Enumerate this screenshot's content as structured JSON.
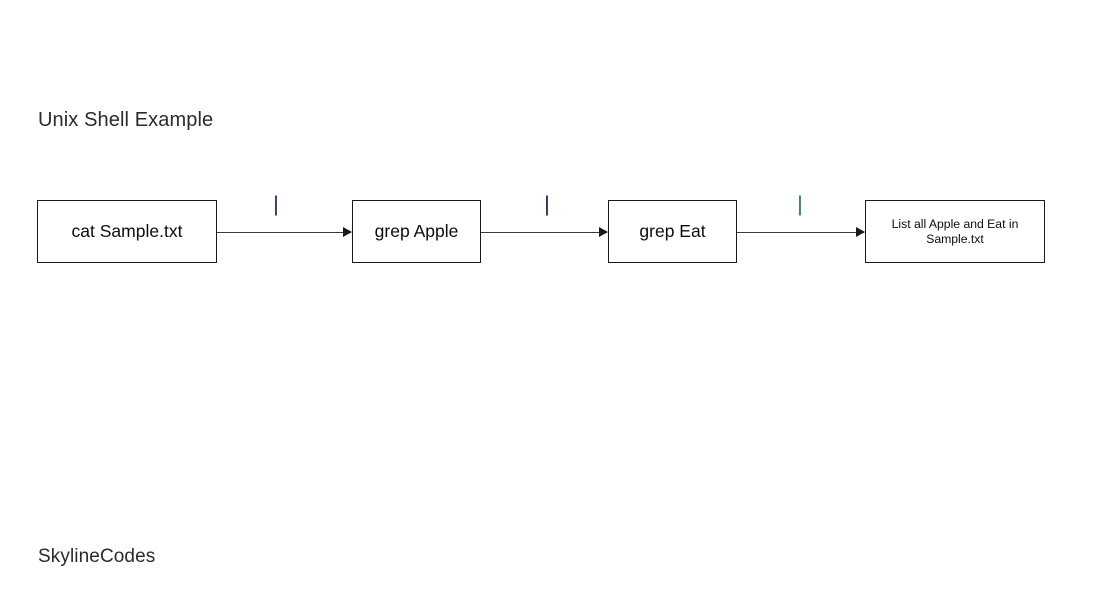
{
  "page": {
    "title": "Unix Shell Example",
    "footer": "SkylineCodes",
    "background_color": "#ffffff",
    "text_color": "#2b2b2b"
  },
  "diagram": {
    "type": "flowchart-pipeline",
    "orientation": "left-to-right",
    "node_border_color": "#1a1a1a",
    "node_fill_color": "#ffffff",
    "connector_color": "#3b3b3b",
    "nodes": [
      {
        "id": "node-1",
        "label": "cat Sample.txt",
        "name": "command-cat-sample"
      },
      {
        "id": "node-2",
        "label": "grep Apple",
        "name": "command-grep-apple"
      },
      {
        "id": "node-3",
        "label": "grep Eat",
        "name": "command-grep-eat"
      },
      {
        "id": "node-4",
        "label": "List all Apple and Eat in Sample.txt",
        "name": "output-description"
      }
    ],
    "edges": [
      {
        "id": "edge-1",
        "label": "|",
        "label_color": "#15235c",
        "from": "node-1",
        "to": "node-2"
      },
      {
        "id": "edge-2",
        "label": "|",
        "label_color": "#2a1038",
        "from": "node-2",
        "to": "node-3"
      },
      {
        "id": "edge-3",
        "label": "|",
        "label_color": "#1f7a4d",
        "from": "node-3",
        "to": "node-4"
      }
    ],
    "arrow_icon": "arrow-right-icon"
  }
}
